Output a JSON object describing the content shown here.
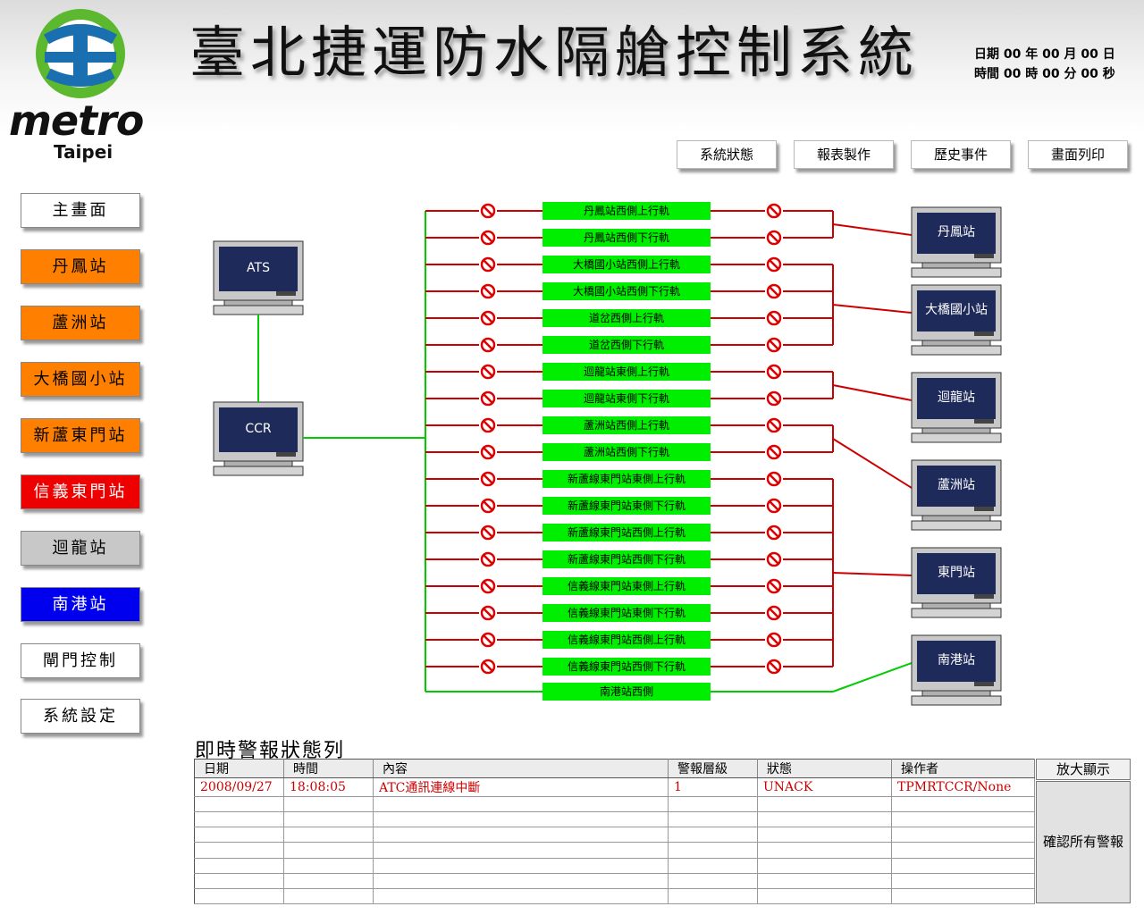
{
  "app": {
    "title": "臺北捷運防水隔艙控制系統",
    "logo_text": "metro",
    "logo_sub": "Taipei"
  },
  "datetime": {
    "date_text": "日期 00 年 00 月 00 日",
    "time_text": "時間 00 時 00 分 00 秒"
  },
  "toolbar": [
    {
      "label": "系統狀態"
    },
    {
      "label": "報表製作"
    },
    {
      "label": "歷史事件"
    },
    {
      "label": "畫面列印"
    }
  ],
  "nav": [
    {
      "label": "主畫面",
      "color": "#ffffff"
    },
    {
      "label": "丹鳳站",
      "color": "#ff8000"
    },
    {
      "label": "蘆洲站",
      "color": "#ff8000"
    },
    {
      "label": "大橋國小站",
      "color": "#ff8000"
    },
    {
      "label": "新蘆東門站",
      "color": "#ff8000"
    },
    {
      "label": "信義東門站",
      "color": "#ee0000"
    },
    {
      "label": "迴龍站",
      "color": "#c8c8c8"
    },
    {
      "label": "南港站",
      "color": "#0000ee"
    },
    {
      "label": "閘門控制",
      "color": "#ffffff"
    },
    {
      "label": "系統設定",
      "color": "#ffffff"
    }
  ],
  "servers": {
    "ats": "ATS",
    "ccr": "CCR"
  },
  "tracks": [
    "丹鳳站西側上行軌",
    "丹鳳站西側下行軌",
    "大橋國小站西側上行軌",
    "大橋國小站西側下行軌",
    "道岔西側上行軌",
    "道岔西側下行軌",
    "迴龍站東側上行軌",
    "迴龍站東側下行軌",
    "蘆洲站西側上行軌",
    "蘆洲站西側下行軌",
    "新蘆線東門站東側上行軌",
    "新蘆線東門站東側下行軌",
    "新蘆線東門站西側上行軌",
    "新蘆線東門站西側下行軌",
    "信義線東門站東側上行軌",
    "信義線東門站東側下行軌",
    "信義線東門站西側上行軌",
    "信義線東門站西側下行軌",
    "南港站西側"
  ],
  "stations": [
    "丹鳳站",
    "大橋國小站",
    "迴龍站",
    "蘆洲站",
    "東門站",
    "南港站"
  ],
  "colors": {
    "track_green": "#00ee00",
    "line_green": "#00cc00",
    "line_red": "#cc0000",
    "blocked_icon": "#dd0000",
    "monitor_screen": "#1e2a5a"
  },
  "icons": {
    "blocked": "no-entry-icon",
    "monitor": "monitor-icon"
  },
  "alarm": {
    "caption": "即時警報狀態列",
    "columns": [
      "日期",
      "時間",
      "內容",
      "警報層級",
      "狀態",
      "操作者"
    ],
    "rows": [
      [
        "2008/09/27",
        "18:08:05",
        "ATC通訊連線中斷",
        "1",
        "UNACK",
        "TPMRTCCR/None"
      ]
    ],
    "empty_rows": 7,
    "zoom_label": "放大顯示",
    "ack_all_label": "確認所有警報"
  }
}
